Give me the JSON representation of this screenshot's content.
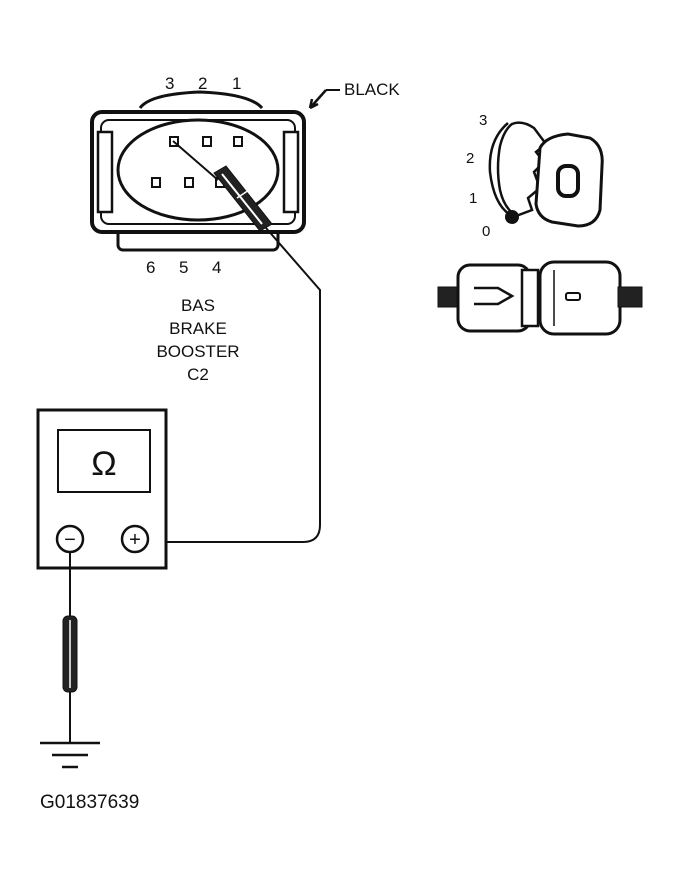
{
  "connector": {
    "top_pins": [
      "3",
      "2",
      "1"
    ],
    "bottom_pins": [
      "6",
      "5",
      "4"
    ],
    "color_label": "BLACK",
    "name_lines": [
      "BAS",
      "BRAKE",
      "BOOSTER",
      "C2"
    ]
  },
  "ignition_key": {
    "positions": [
      "3",
      "2",
      "1",
      "0"
    ]
  },
  "ohmmeter": {
    "display_symbol": "Ω",
    "negative_terminal": "−",
    "positive_terminal": "+"
  },
  "figure_id": "G01837639",
  "colors": {
    "ink": "#111111",
    "background": "#ffffff"
  }
}
